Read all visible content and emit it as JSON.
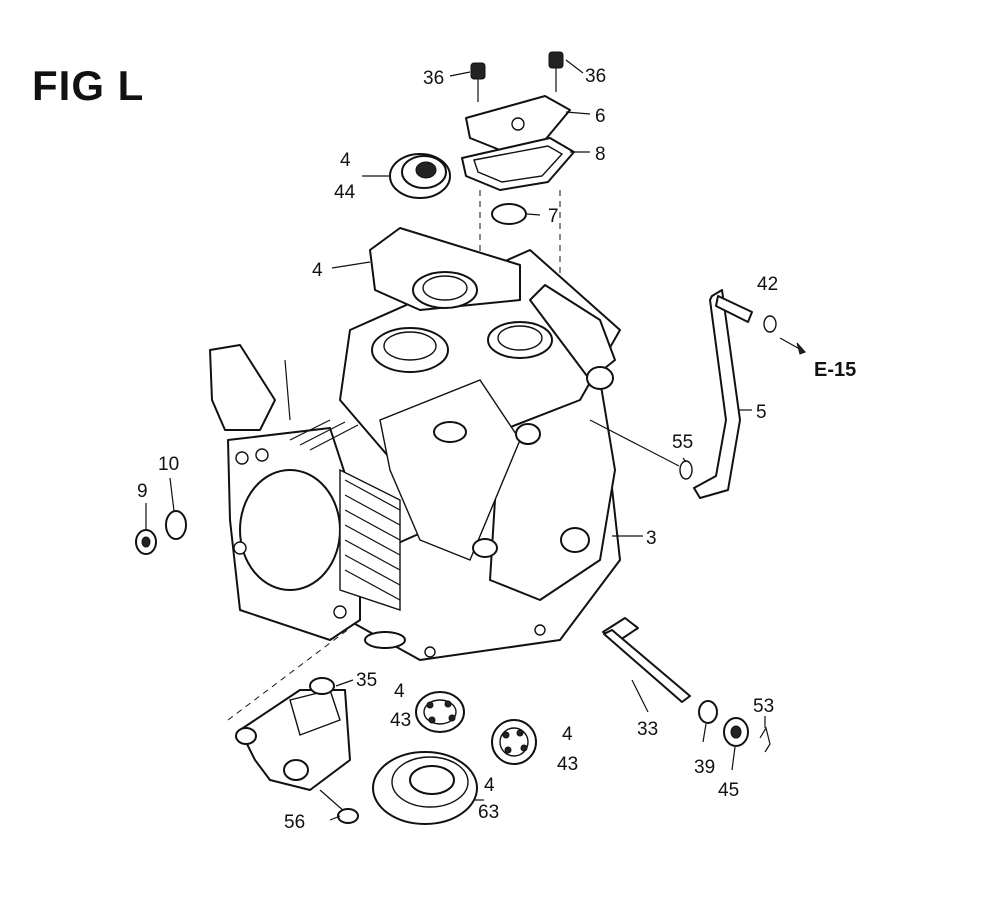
{
  "title": "FIG L",
  "reference": "E-15",
  "callouts": [
    {
      "id": "c36a",
      "text": "36"
    },
    {
      "id": "c36b",
      "text": "36"
    },
    {
      "id": "c6",
      "text": "6"
    },
    {
      "id": "c8",
      "text": "8"
    },
    {
      "id": "c4a",
      "text": "4"
    },
    {
      "id": "c44",
      "text": "44"
    },
    {
      "id": "c7",
      "text": "7"
    },
    {
      "id": "c4b",
      "text": "4"
    },
    {
      "id": "c42",
      "text": "42"
    },
    {
      "id": "c5",
      "text": "5"
    },
    {
      "id": "c55",
      "text": "55"
    },
    {
      "id": "c10",
      "text": "10"
    },
    {
      "id": "c9",
      "text": "9"
    },
    {
      "id": "c3",
      "text": "3"
    },
    {
      "id": "c35",
      "text": "35"
    },
    {
      "id": "c4c",
      "text": "4"
    },
    {
      "id": "c43a",
      "text": "43"
    },
    {
      "id": "c4d",
      "text": "4"
    },
    {
      "id": "c43b",
      "text": "43"
    },
    {
      "id": "c4e",
      "text": "4"
    },
    {
      "id": "c63",
      "text": "63"
    },
    {
      "id": "c33",
      "text": "33"
    },
    {
      "id": "c53",
      "text": "53"
    },
    {
      "id": "c39",
      "text": "39"
    },
    {
      "id": "c45",
      "text": "45"
    },
    {
      "id": "c56",
      "text": "56"
    }
  ]
}
